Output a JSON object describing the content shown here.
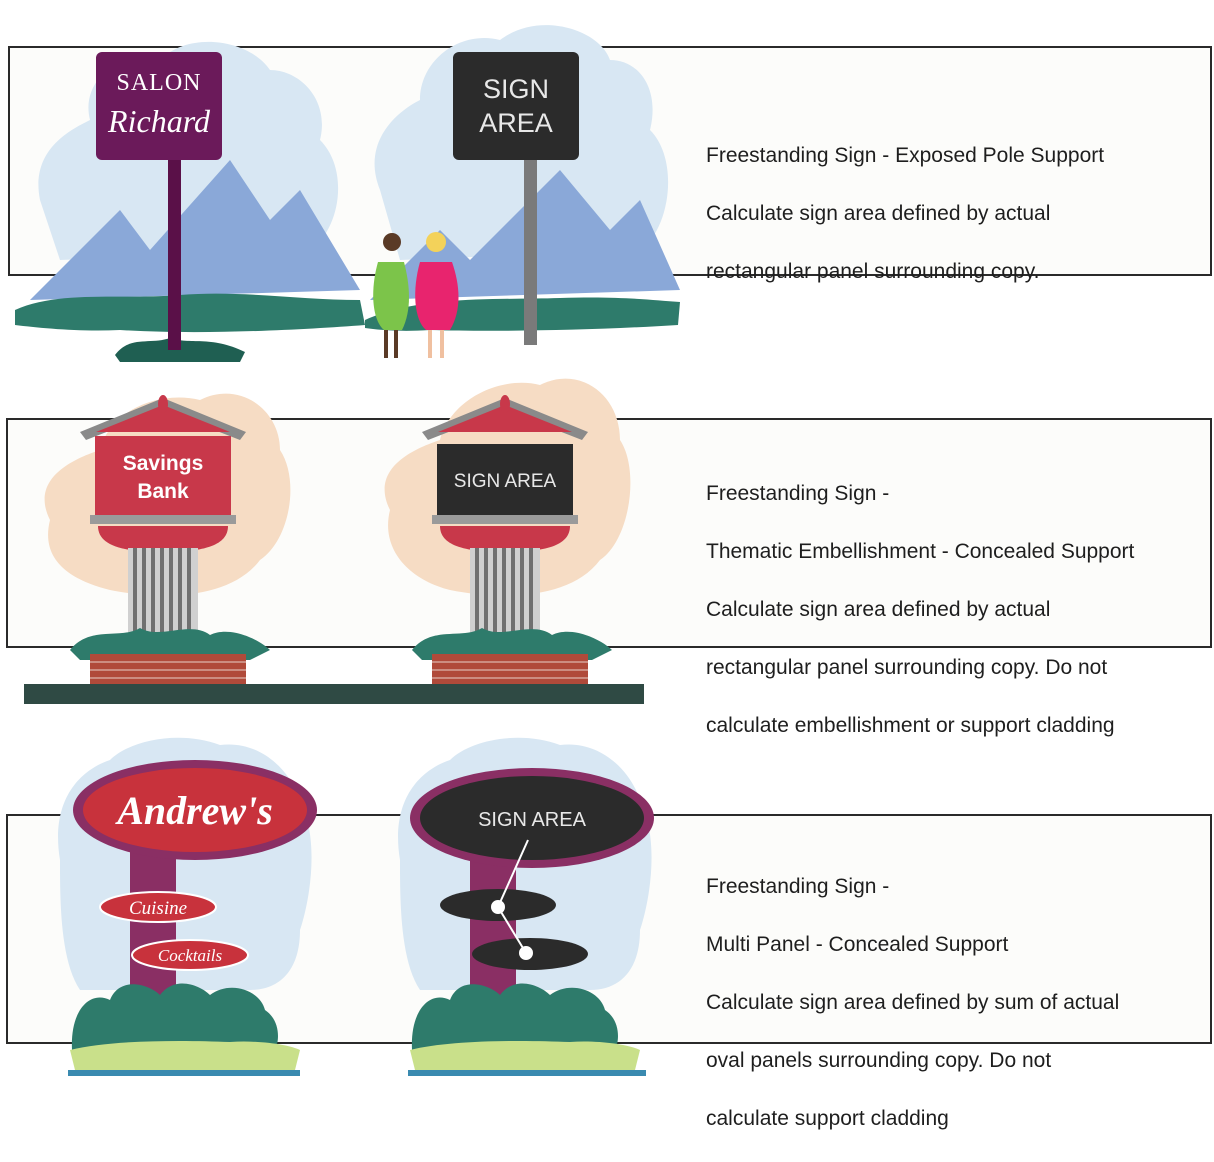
{
  "rows": [
    {
      "example_sign": {
        "line1": "SALON",
        "line2": "Richard"
      },
      "area_label": {
        "line1": "SIGN",
        "line2": "AREA"
      },
      "description": {
        "line1": "Freestanding Sign - Exposed Pole Support",
        "line2": "Calculate sign area defined by actual",
        "line3": "rectangular panel surrounding copy."
      }
    },
    {
      "example_sign": {
        "line1": "Savings",
        "line2": "Bank"
      },
      "area_label": {
        "line1": "SIGN AREA"
      },
      "description": {
        "line1": "Freestanding Sign -",
        "line2": "Thematic Embellishment - Concealed Support",
        "line3": "Calculate sign area defined by actual",
        "line4": "rectangular panel surrounding copy. Do not",
        "line5": "calculate embellishment or support cladding"
      }
    },
    {
      "example_sign": {
        "main": "Andrew's",
        "panel2": "Cuisine",
        "panel3": "Cocktails"
      },
      "area_label": {
        "line1": "SIGN AREA"
      },
      "description": {
        "line1": "Freestanding Sign -",
        "line2": "Multi Panel - Concealed Support",
        "line3": "Calculate sign area defined by sum of actual",
        "line4": "oval panels surrounding copy. Do not",
        "line5": "calculate support cladding"
      }
    }
  ],
  "colors": {
    "salon_purple": "#6b1a5a",
    "sign_area_dark": "#2b2b2b",
    "bank_red": "#c8384a",
    "andrews_red": "#c8323c",
    "mountain_blue": "#8aaad8",
    "sky_blue": "#d6e6f2",
    "foliage_teal": "#2b7a6a",
    "peach_cloud": "#f6dcc2",
    "brick": "#b04a3a"
  }
}
